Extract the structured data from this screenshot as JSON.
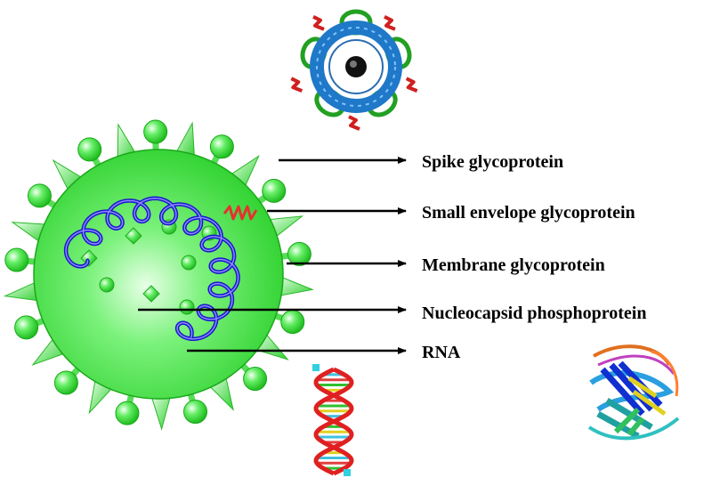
{
  "labels": {
    "spike": "Spike glycoprotein",
    "small_envelope": "Small envelope glycoprotein",
    "membrane": "Membrane glycoprotein",
    "nucleocapsid": "Nucleocapsid phosphoprotein",
    "rna": "RNA"
  },
  "colors": {
    "virion": "#3ee83e",
    "virion_dark": "#1fbf1f",
    "rna_helix": "#1a1acc",
    "envelope_protein": "#e83030",
    "arrow": "#000000"
  }
}
